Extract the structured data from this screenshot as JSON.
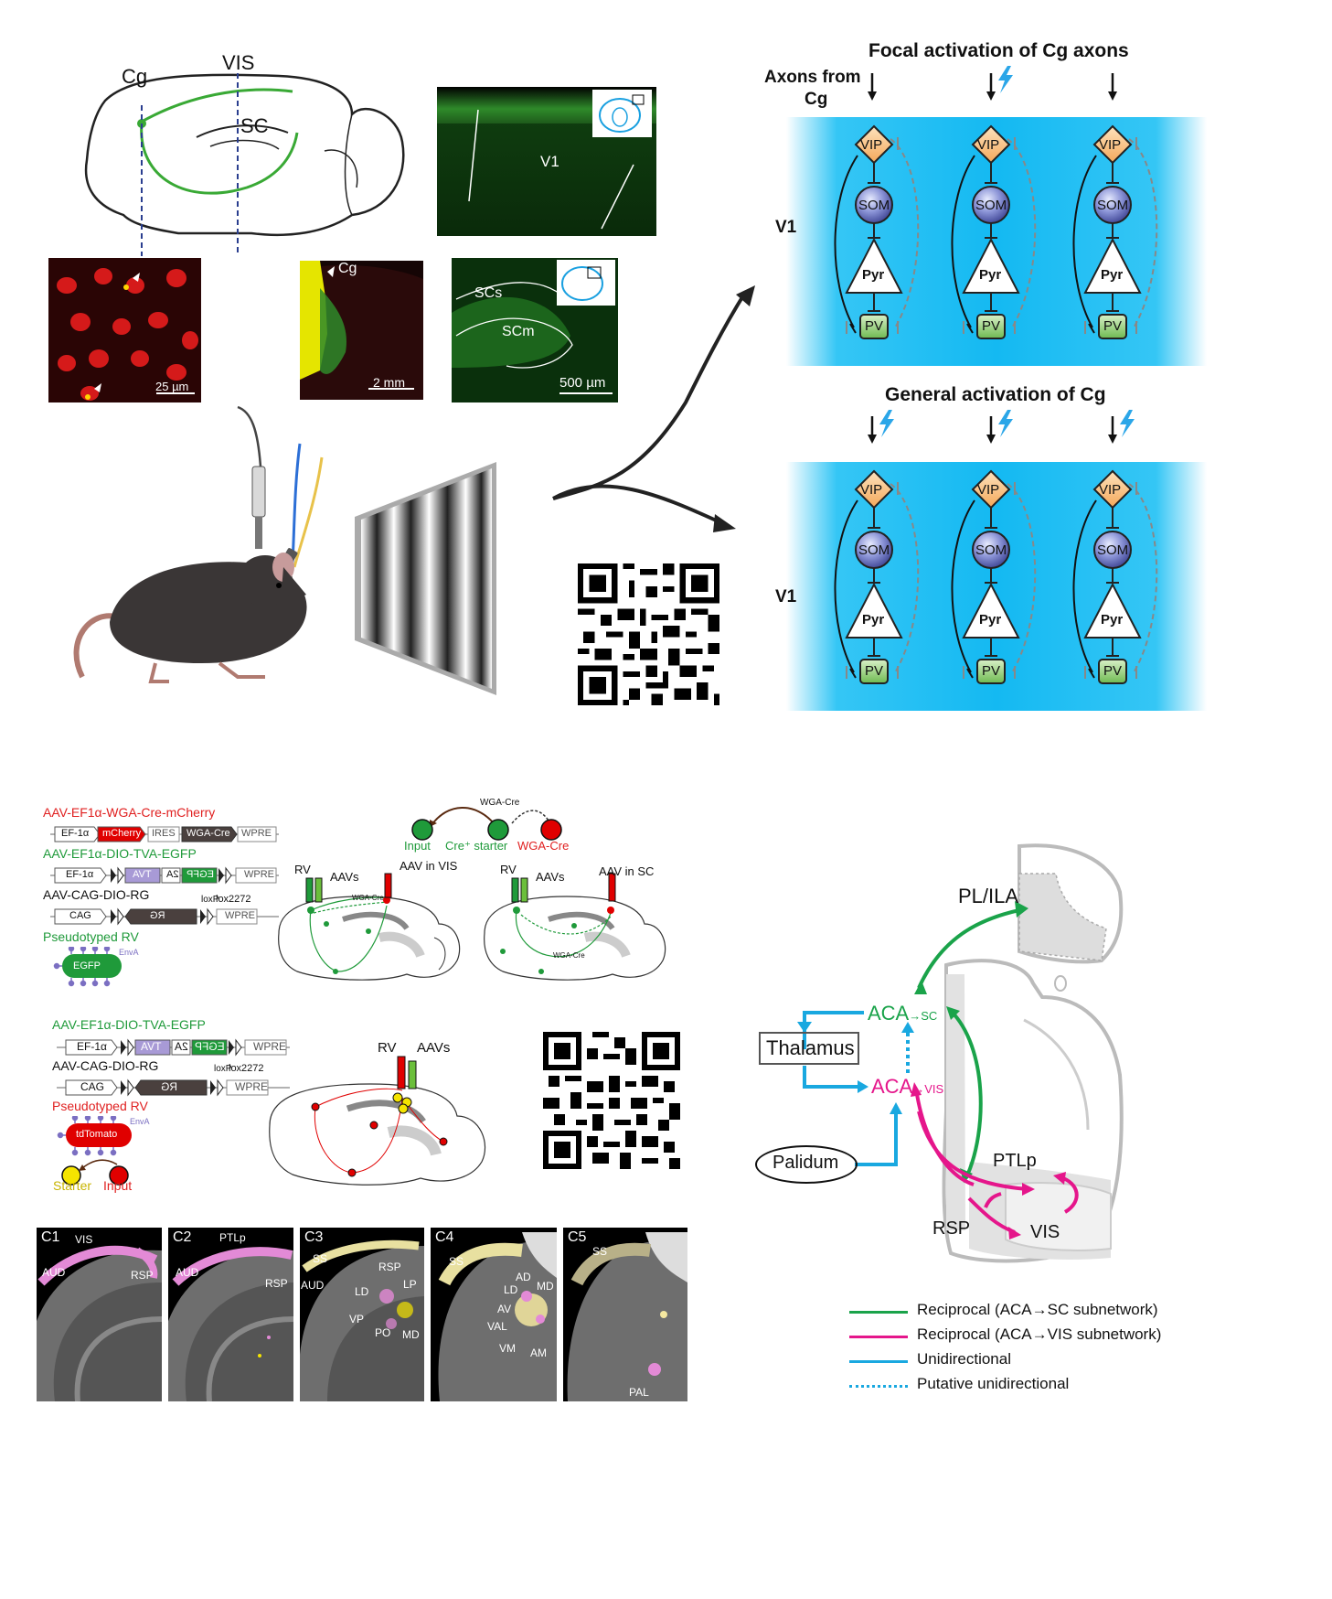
{
  "top": {
    "brain_labels": {
      "cg": "Cg",
      "vis": "VIS",
      "sc": "SC"
    },
    "micro_v1": {
      "label": "V1"
    },
    "micro_cells": {
      "scale": "25 µm"
    },
    "micro_cg": {
      "label": "Cg",
      "scale": "2 mm"
    },
    "micro_sc": {
      "scs": "SCs",
      "scm": "SCm",
      "scale": "500 µm"
    },
    "focal": {
      "title": "Focal activation of Cg axons",
      "axons_label_line1": "Axons from",
      "axons_label_line2": "Cg",
      "region": "V1"
    },
    "general": {
      "title": "General activation of Cg",
      "region": "V1"
    },
    "nodes": {
      "vip": "VIP",
      "som": "SOM",
      "pyr": "Pyr",
      "pv": "PV"
    },
    "colors": {
      "vip": "#f8c48a",
      "som": "#4a4f8f",
      "pv": "#8cc870",
      "blue": "#14b9f2",
      "green": "#2a9d3a"
    }
  },
  "bottom_left": {
    "constructs_a": [
      {
        "name": "AAV-EF1α-WGA-Cre-mCherry",
        "color": "#e02020",
        "parts": [
          "EF-1α",
          "mCherry",
          "IRES",
          "WGA-Cre",
          "WPRE"
        ]
      },
      {
        "name": "AAV-EF1α-DIO-TVA-EGFP",
        "color": "#1f9a3a",
        "parts": [
          "EF-1α",
          "TVA",
          "2A",
          "EGFP",
          "WPRE"
        ]
      },
      {
        "name": "AAV-CAG-DIO-RG",
        "color": "#111111",
        "parts": [
          "CAG",
          "RG",
          "WPRE"
        ],
        "loxp": "loxP",
        "lox2272": "lox2272"
      },
      {
        "name": "Pseudotyped RV",
        "color": "#1f9a3a",
        "virus": "EGFP",
        "envA": "EnvA"
      }
    ],
    "wga_scheme": {
      "wga_cre": "WGA-Cre",
      "input": "Input",
      "starter": "Cre⁺ starter",
      "wga": "WGA-Cre"
    },
    "brain_vis": {
      "rv": "RV",
      "aavs": "AAVs",
      "aav": "AAV in VIS",
      "wga": "WGA-Cre"
    },
    "brain_sc": {
      "rv": "RV",
      "aavs": "AAVs",
      "aav": "AAV in SC",
      "wga": "WGA-Cre"
    },
    "constructs_b": [
      {
        "name": "AAV-EF1α-DIO-TVA-EGFP",
        "color": "#1f9a3a",
        "parts": [
          "EF-1α",
          "TVA",
          "2A",
          "EGFP",
          "WPRE"
        ]
      },
      {
        "name": "AAV-CAG-DIO-RG",
        "color": "#111111",
        "parts": [
          "CAG",
          "RG",
          "WPRE"
        ],
        "loxp": "loxP",
        "lox2272": "lox2272"
      },
      {
        "name": "Pseudotyped RV",
        "color": "#e02020",
        "virus": "tdTomato",
        "envA": "EnvA"
      }
    ],
    "starter_input": {
      "starter": "Starter",
      "input": "Input"
    },
    "brain_red": {
      "rv": "RV",
      "aavs": "AAVs"
    },
    "sections": [
      {
        "id": "C1",
        "labels": [
          "VIS",
          "AUD",
          "RSP"
        ]
      },
      {
        "id": "C2",
        "labels": [
          "PTLp",
          "AUD",
          "RSP"
        ]
      },
      {
        "id": "C3",
        "labels": [
          "SS",
          "RSP",
          "AUD",
          "LD",
          "LP",
          "VP",
          "PO",
          "MD"
        ]
      },
      {
        "id": "C4",
        "labels": [
          "SS",
          "AD",
          "MD",
          "LD",
          "AV",
          "VAL",
          "VM",
          "AM"
        ]
      },
      {
        "id": "C5",
        "labels": [
          "SS",
          "PAL"
        ]
      }
    ]
  },
  "bottom_right": {
    "pl_ila": "PL/ILA",
    "aca_sc": "ACA",
    "aca_sc_sub": "→SC",
    "aca_vis": "ACA",
    "aca_vis_sub": "→VIS",
    "thalamus": "Thalamus",
    "palidum": "Palidum",
    "ptlp": "PTLp",
    "rsp": "RSP",
    "vis": "VIS",
    "legend": [
      {
        "label": "Reciprocal (ACA→SC subnetwork)",
        "color": "#1aa34a",
        "style": "solid"
      },
      {
        "label": "Reciprocal (ACA→VIS subnetwork)",
        "color": "#e5168b",
        "style": "solid"
      },
      {
        "label": "Unidirectional",
        "color": "#19a8e0",
        "style": "solid"
      },
      {
        "label": "Putative unidirectional",
        "color": "#19a8e0",
        "style": "dotted"
      }
    ]
  }
}
